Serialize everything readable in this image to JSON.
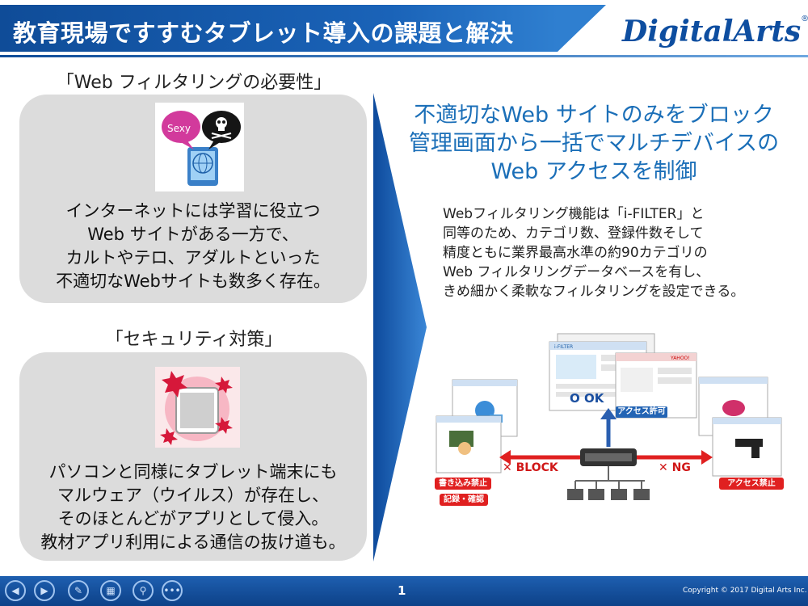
{
  "header": {
    "title": "教育現場ですすむタブレット導入の課題と解決",
    "logo_text": "DigitalArts",
    "logo_mark": "®"
  },
  "left": {
    "section1": {
      "heading": "「Web フィルタリングの必要性」",
      "image_label": "Sexy",
      "lines": [
        "インターネットには学習に役立つ",
        "Web サイトがある一方で、",
        "カルトやテロ、アダルトといった",
        "不適切なWebサイトも数多く存在。"
      ]
    },
    "section2": {
      "heading": "「セキュリティ対策」",
      "lines": [
        "パソコンと同様にタブレット端末にも",
        "マルウェア（ウイルス）が存在し、",
        "そのほとんどがアプリとして侵入。",
        "教材アプリ利用による通信の抜け道も。"
      ]
    }
  },
  "right": {
    "title_lines": [
      "不適切なWeb サイトのみをブロック",
      "管理画面から一括でマルチデバイスの",
      "Web アクセスを制御"
    ],
    "desc_lines": [
      "Webフィルタリング機能は「i-FILTER」と",
      "同等のため、カテゴリ数、登録件数そして",
      "精度ともに業界最高水準の約90カテゴリの",
      "Web フィルタリングデータベースを有し、",
      "きめ細かく柔軟なフィルタリングを設定できる。"
    ],
    "diagram": {
      "ok_label": "O OK",
      "access_allowed": "アクセス許可",
      "block_label": "✕ BLOCK",
      "ng_label": "✕ NG",
      "write_prohibited": "書き込み禁止",
      "record_check": "記録・確認",
      "access_prohibited": "アクセス禁止",
      "screen_brand": "i-FILTER",
      "screen_brand2": "YAHOO!"
    }
  },
  "footer": {
    "page_number": "1",
    "copyright": "Copyright © 2017 Digital Arts Inc.",
    "nav": [
      "prev",
      "next",
      "pen",
      "slides",
      "zoom",
      "more"
    ]
  },
  "colors": {
    "header_blue": "#0f4c98",
    "title_accent": "#1b6fb8",
    "panel_gray": "#dcdcdc",
    "alert_red": "#e02020"
  }
}
